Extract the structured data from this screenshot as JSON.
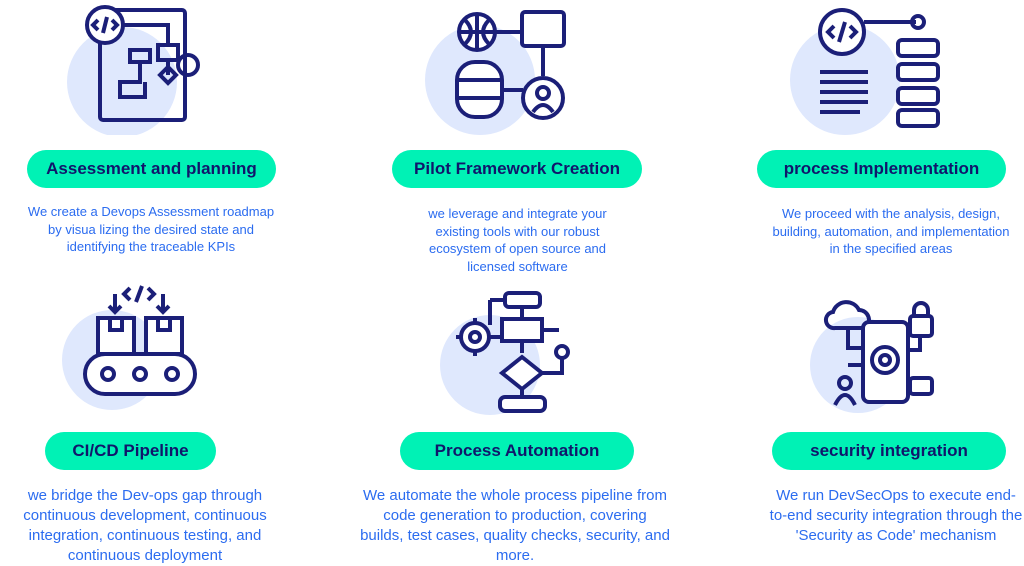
{
  "colors": {
    "pill": "#00f2b5",
    "title": "#10166b",
    "description": "#2b6cf0",
    "icon": "#1b1f78",
    "blob": "#dfe8fd"
  },
  "items": [
    {
      "title": "Assessment and planning",
      "description": "We create a Devops Assessment roadmap by visua lizing the desired state and identifying the traceable KPIs",
      "icon": "flowchart-code-icon"
    },
    {
      "title": "Pilot Framework Creation",
      "description": "we leverage and integrate your existing tools with our robust ecosystem of open source and licensed software",
      "icon": "database-network-icon"
    },
    {
      "title": "process Implementation",
      "description": "We proceed with the analysis, design, building, automation, and implementation in the specified areas",
      "icon": "code-server-icon"
    },
    {
      "title": "CI/CD Pipeline",
      "description": "we bridge the Dev-ops gap through continuous development, continuous integration, continuous testing, and continuous deployment",
      "icon": "conveyor-belt-icon"
    },
    {
      "title": "Process Automation",
      "description": "We automate the whole process pipeline from code generation to production, covering builds, test cases, quality checks, security, and more.",
      "icon": "automation-flow-icon"
    },
    {
      "title": "security integration",
      "description": "We run DevSecOps to execute end-to-end security integration through the 'Security as Code' mechanism",
      "icon": "mobile-security-icon"
    }
  ]
}
